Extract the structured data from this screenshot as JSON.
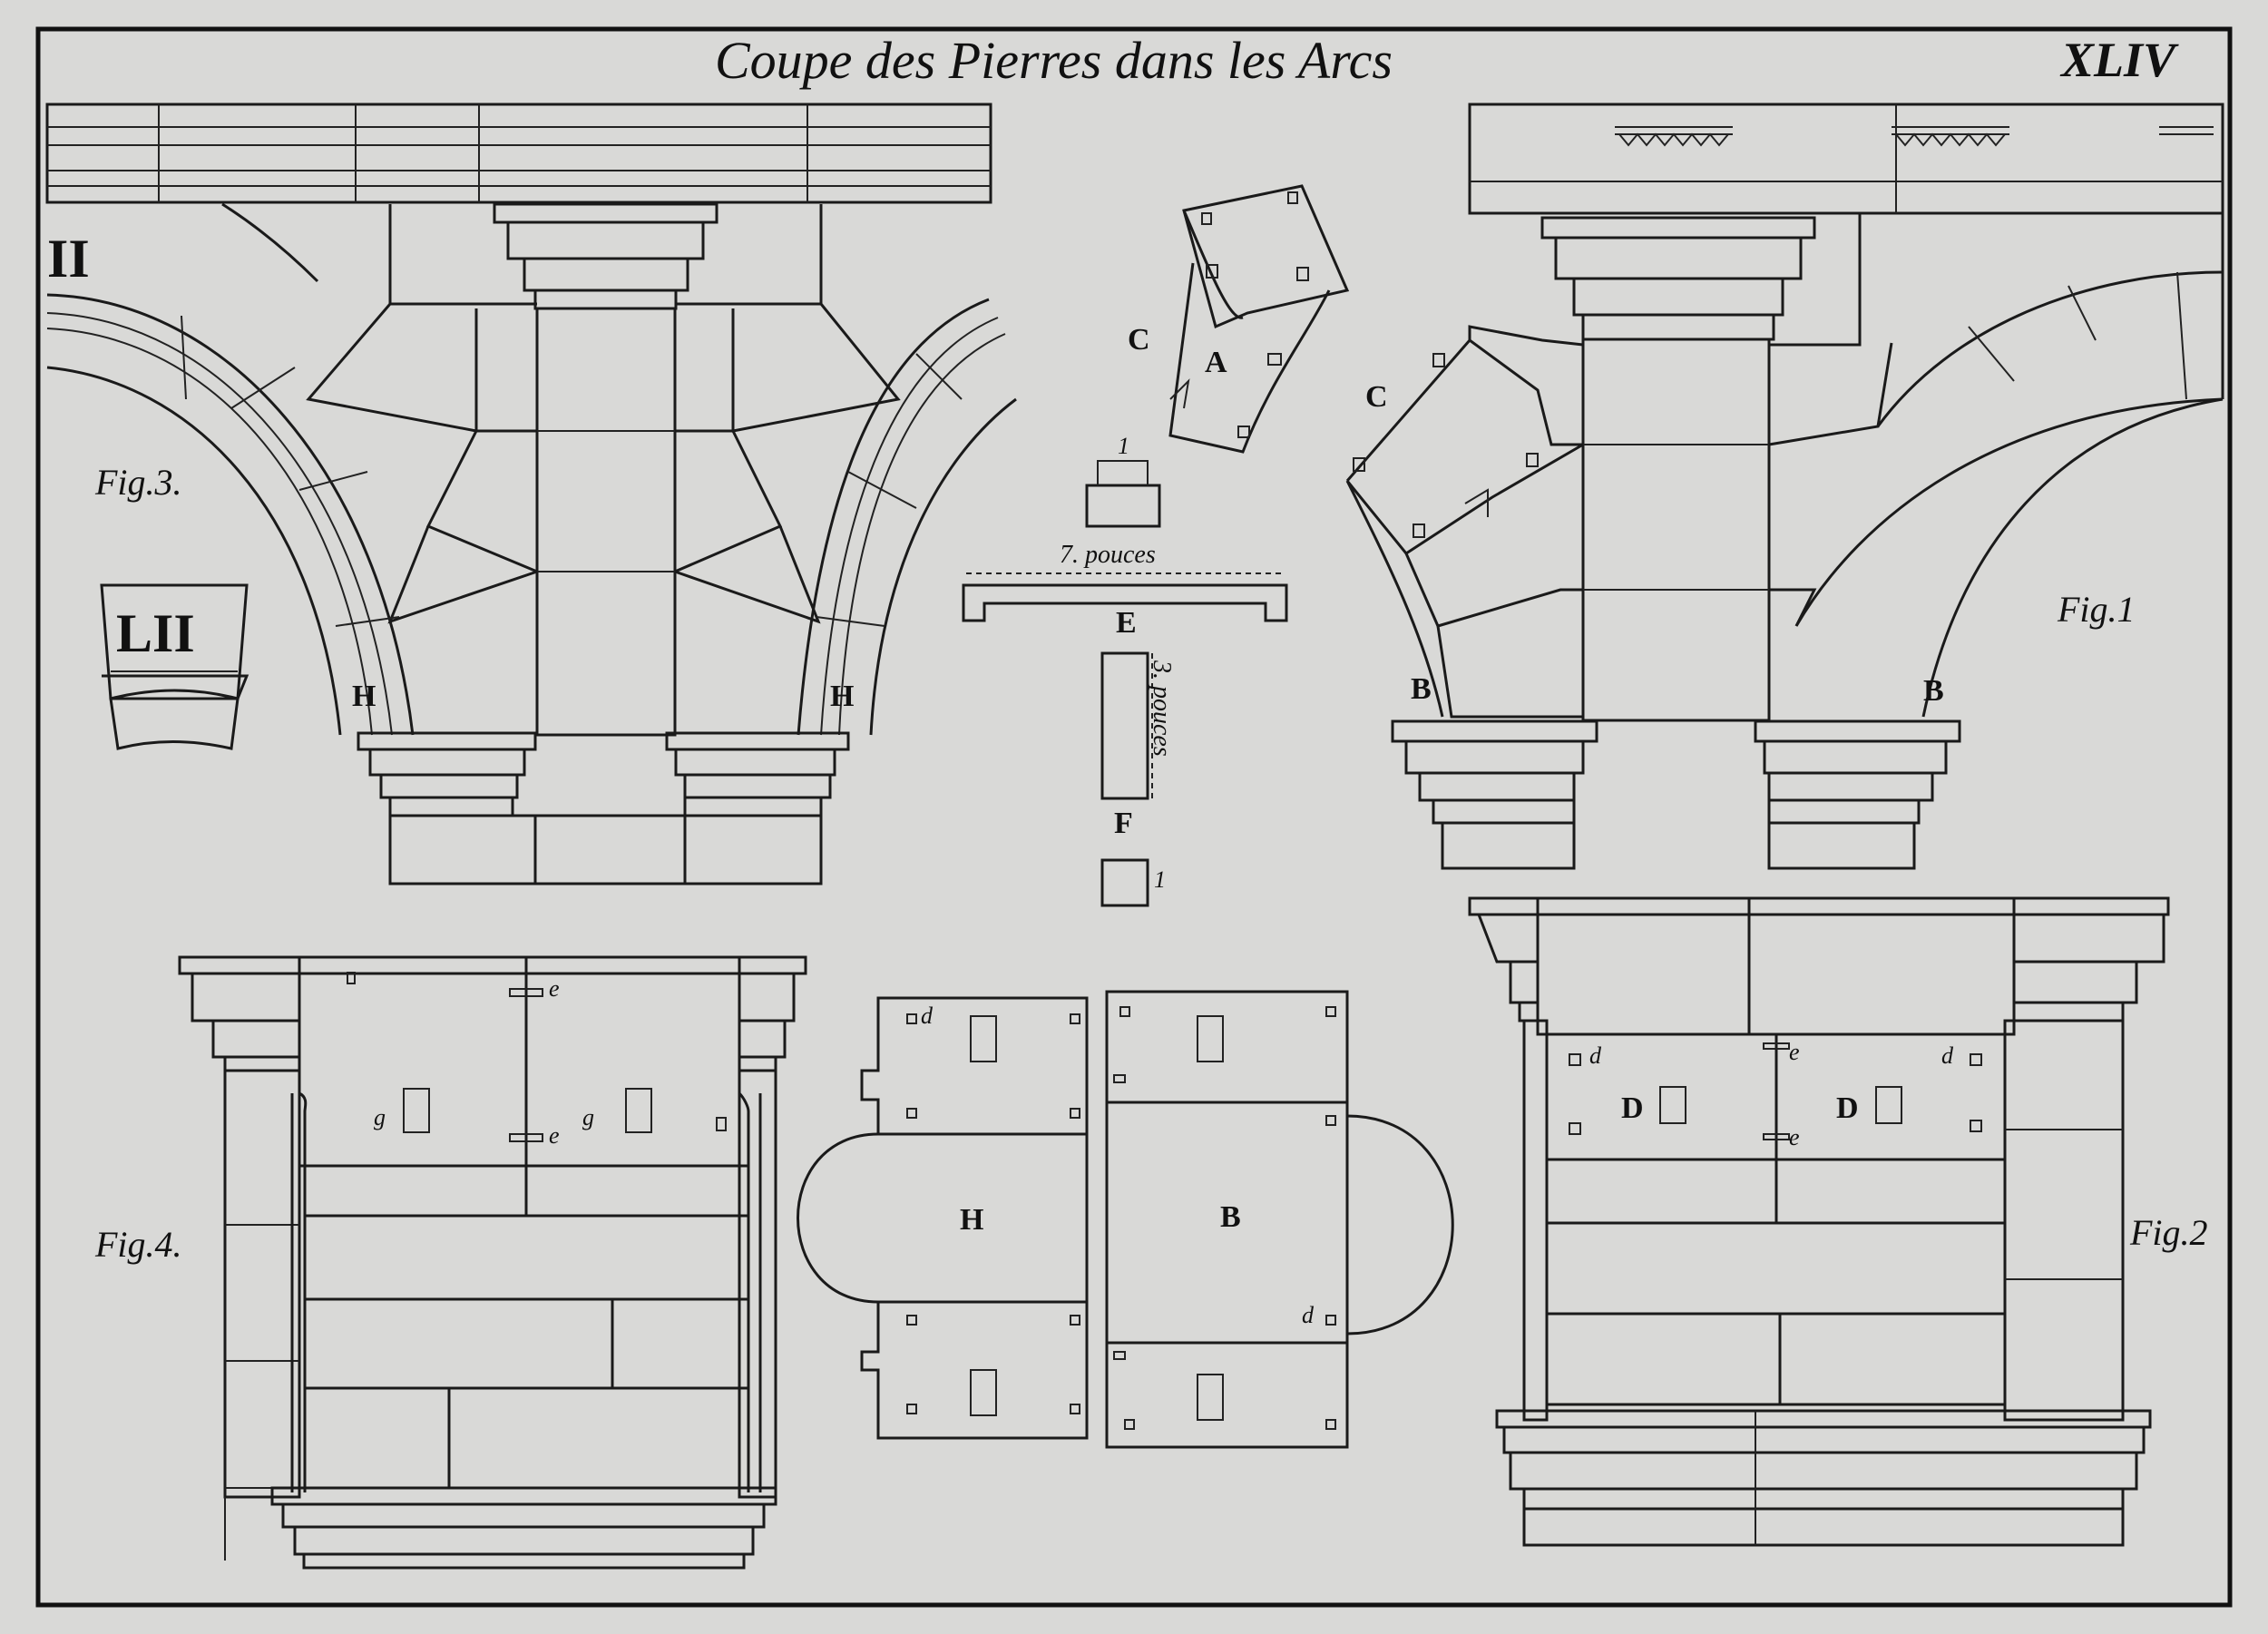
{
  "plate": {
    "title": "Coupe des Pierres dans les Arcs",
    "number": "XLIV"
  },
  "figures": {
    "fig1": "Fig.1",
    "fig2": "Fig.2",
    "fig3": "Fig.3.",
    "fig4": "Fig.4."
  },
  "letters": {
    "A": "A",
    "B": "B",
    "C": "C",
    "D": "D",
    "E": "E",
    "F": "F",
    "H": "H",
    "d": "d",
    "e": "e",
    "g": "g",
    "one": "1"
  },
  "dimensions": {
    "seven_pouces": "7. pouces",
    "three_pouces": "3. pouces"
  },
  "roman_marks": {
    "II": "II",
    "LII": "LII"
  }
}
